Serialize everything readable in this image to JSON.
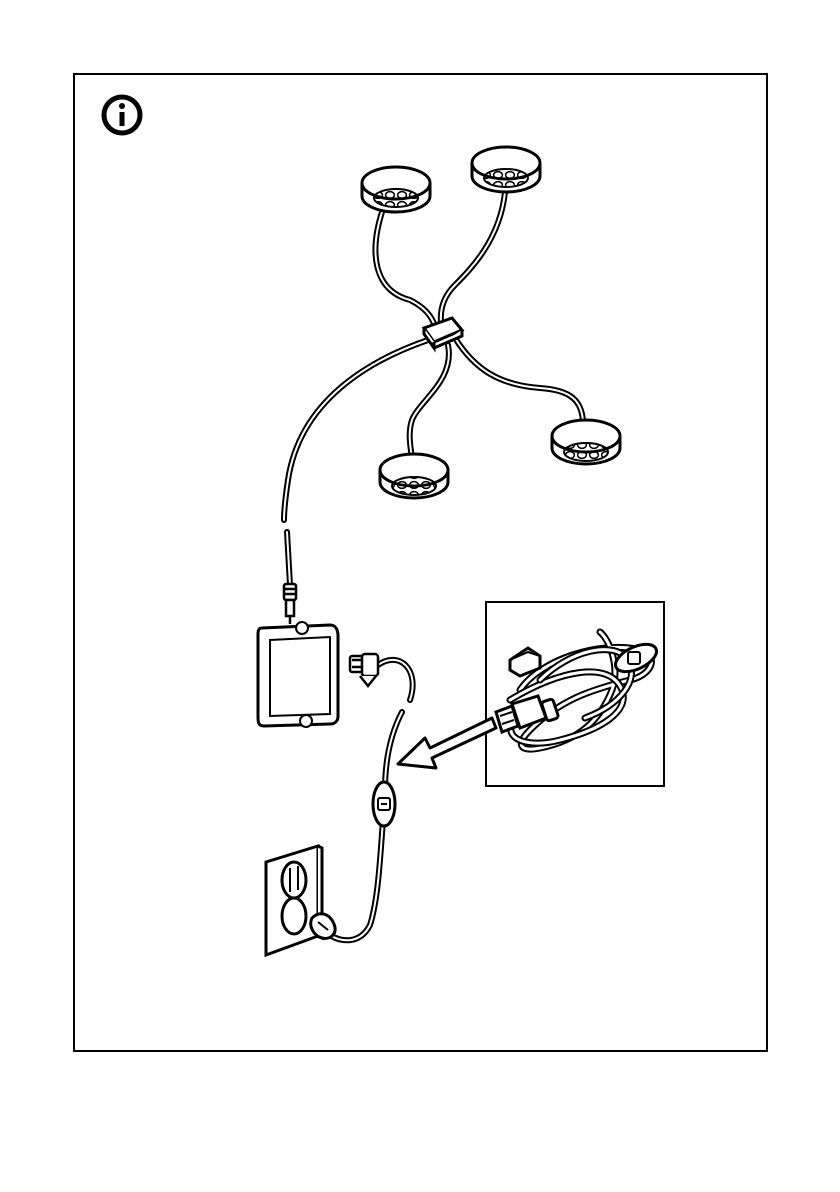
{
  "page": {
    "background": "#ffffff",
    "ink": "#000000"
  },
  "panel": {
    "info_icon": "info-icon"
  },
  "illustration": {
    "lamp_count": 4,
    "components": [
      "led-puck-light",
      "cable-splitter",
      "power-adapter",
      "inline-switch",
      "wall-outlet",
      "wall-plug"
    ],
    "detail_inset": "coiled-power-cord-detail"
  }
}
